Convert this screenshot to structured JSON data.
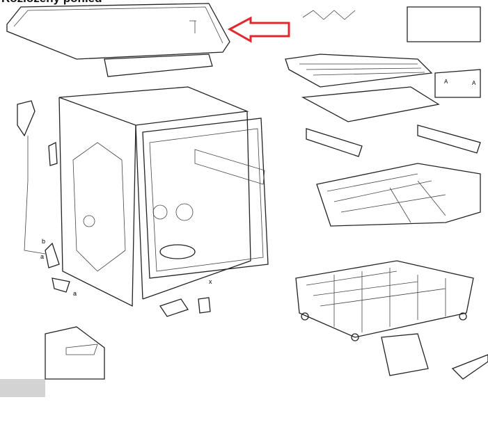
{
  "title": "Rozložený pohled",
  "arrow_color": "#e0282e",
  "line_color": "#222222",
  "callout_letters": [
    "b",
    "a",
    "a",
    "x",
    "A",
    "A"
  ]
}
